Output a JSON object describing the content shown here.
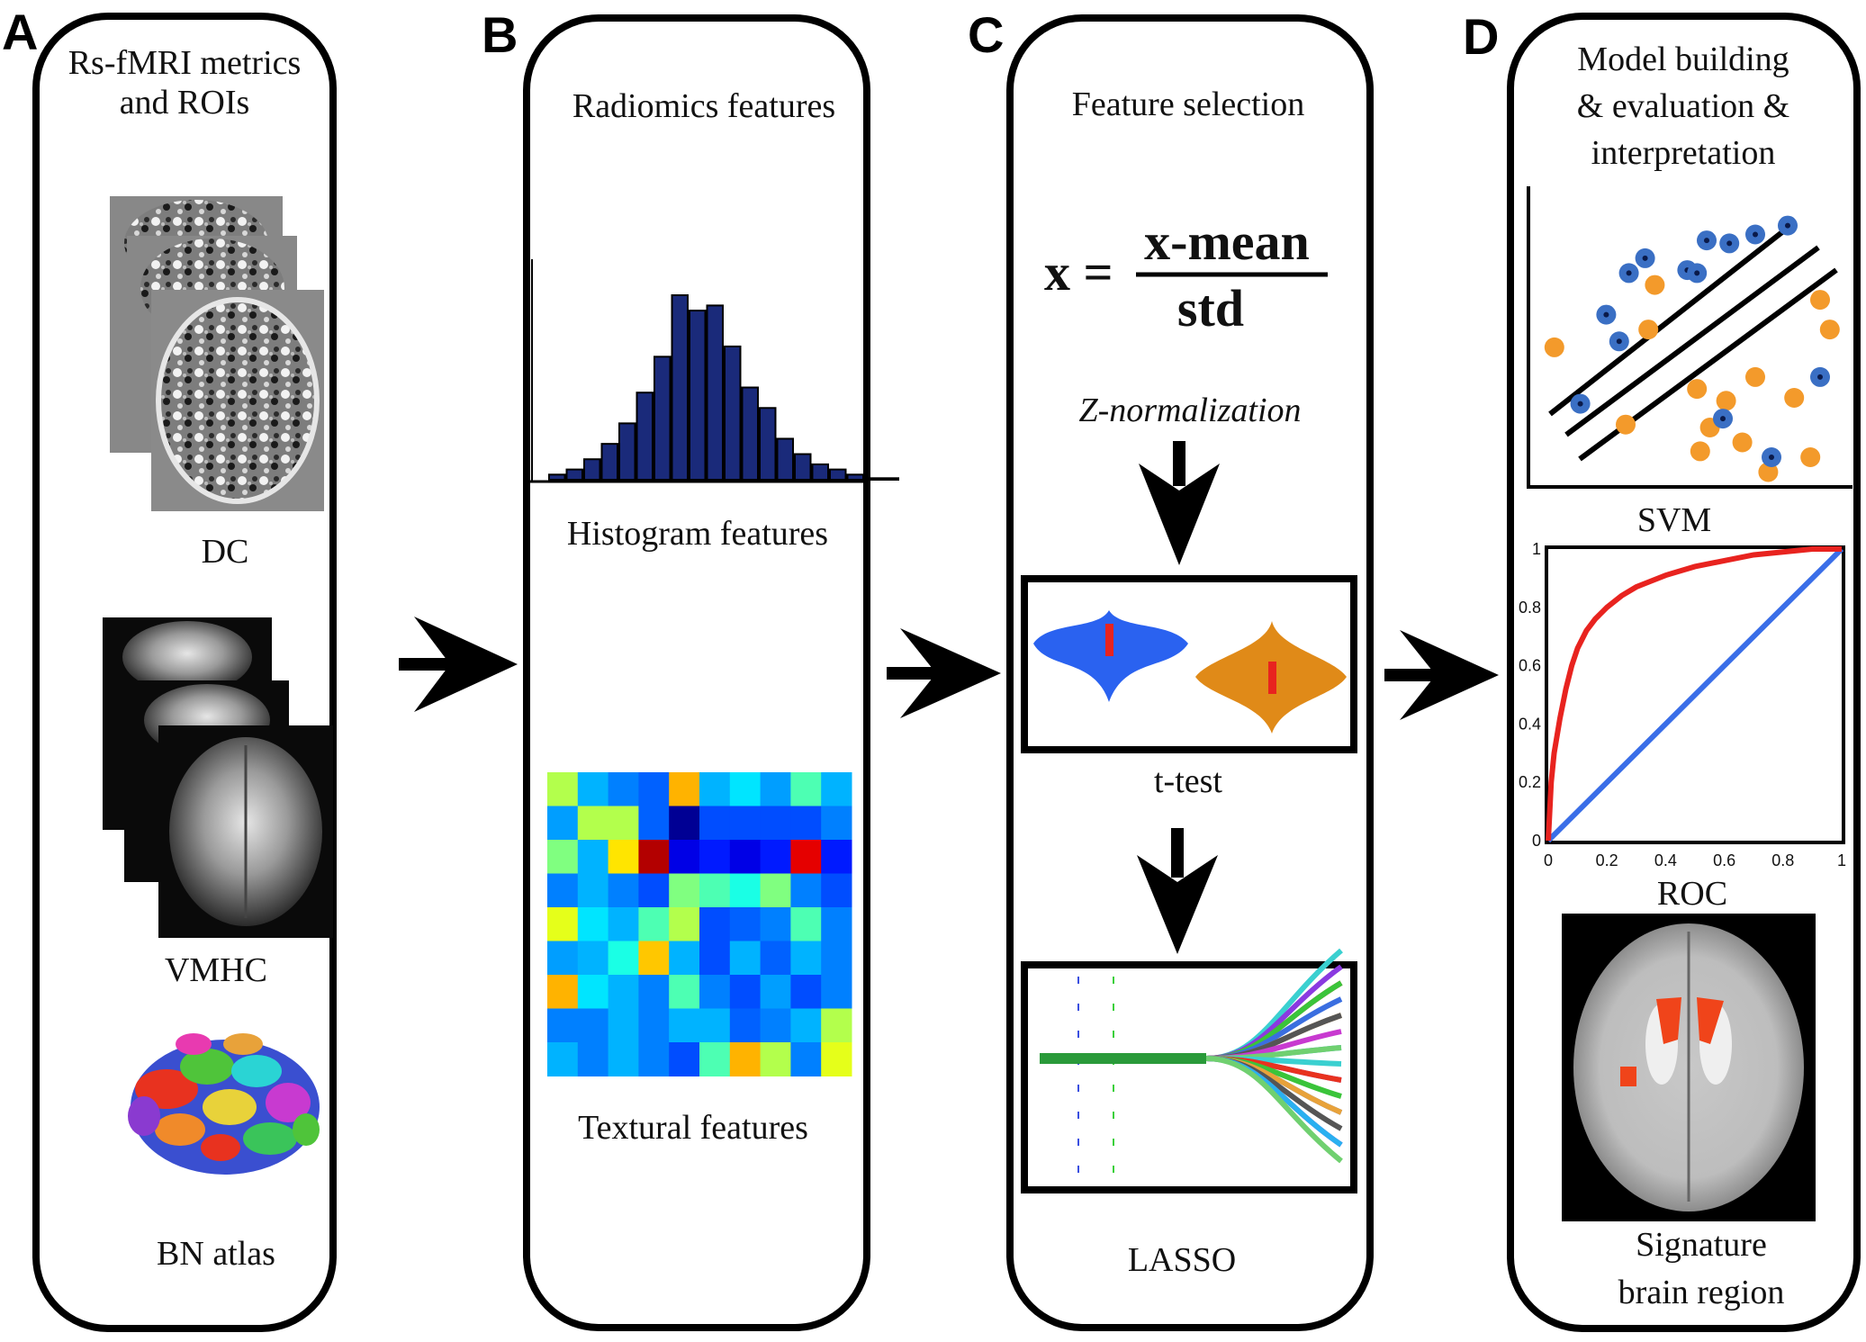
{
  "panels": {
    "A": {
      "letter": "A",
      "title_line1": "Rs-fMRI metrics",
      "title_line2": "and ROIs",
      "dc_label": "DC",
      "vmhc_label": "VMHC",
      "atlas_label": "BN atlas"
    },
    "B": {
      "letter": "B",
      "title": "Radiomics features",
      "histogram_label": "Histogram features",
      "texture_label": "Textural features"
    },
    "C": {
      "letter": "C",
      "title": "Feature selection",
      "formula_lhs": "x =",
      "formula_numerator": "x-mean",
      "formula_denominator": "std",
      "znorm_label": "Z-normalization",
      "ttest_label": "t-test",
      "lasso_label": "LASSO"
    },
    "D": {
      "letter": "D",
      "title_line1": "Model building",
      "title_line2": "& evaluation &",
      "title_line3": "interpretation",
      "svm_label": "SVM",
      "roc_label": "ROC",
      "signature_line1": "Signature",
      "signature_line2": "brain region"
    }
  },
  "colors": {
    "histogram_bar": "#1a2a7a",
    "svm_class1": "#3a6fc4",
    "svm_class2": "#f39a2b",
    "roc_curve": "#e8231f",
    "roc_diagonal": "#3a6ee8",
    "violin1": "#2a62f0",
    "violin2": "#e08a18",
    "violin_marker": "#e8231f",
    "highlight_region": "#f0441a"
  },
  "chart_data": [
    {
      "type": "bar",
      "title": "Histogram features",
      "values": [
        1,
        2,
        4,
        7,
        11,
        17,
        24,
        36,
        33,
        34,
        26,
        18,
        14,
        8,
        5,
        3,
        2,
        1,
        0.3,
        0.3
      ]
    },
    {
      "type": "heatmap",
      "title": "Textural features",
      "rows": 9,
      "cols": 10,
      "values": [
        [
          0.55,
          0.3,
          0.25,
          0.22,
          0.7,
          0.3,
          0.35,
          0.28,
          0.45,
          0.3
        ],
        [
          0.28,
          0.55,
          0.55,
          0.22,
          0.02,
          0.2,
          0.2,
          0.2,
          0.2,
          0.25
        ],
        [
          0.5,
          0.3,
          0.65,
          0.95,
          0.1,
          0.15,
          0.1,
          0.15,
          0.9,
          0.15
        ],
        [
          0.25,
          0.3,
          0.25,
          0.2,
          0.5,
          0.45,
          0.4,
          0.5,
          0.25,
          0.2
        ],
        [
          0.6,
          0.35,
          0.3,
          0.45,
          0.55,
          0.2,
          0.22,
          0.25,
          0.45,
          0.25
        ],
        [
          0.28,
          0.3,
          0.4,
          0.68,
          0.3,
          0.2,
          0.3,
          0.22,
          0.3,
          0.25
        ],
        [
          0.7,
          0.35,
          0.3,
          0.25,
          0.45,
          0.25,
          0.2,
          0.28,
          0.2,
          0.25
        ],
        [
          0.25,
          0.25,
          0.3,
          0.25,
          0.3,
          0.3,
          0.22,
          0.25,
          0.3,
          0.55
        ],
        [
          0.3,
          0.25,
          0.3,
          0.25,
          0.2,
          0.45,
          0.7,
          0.55,
          0.25,
          0.6
        ]
      ]
    },
    {
      "type": "line",
      "title": "ROC",
      "x_ticks": [
        "0",
        "0.2",
        "0.4",
        "0.6",
        "0.8",
        "1"
      ],
      "y_ticks": [
        "0",
        "0.2",
        "0.4",
        "0.6",
        "0.8",
        "1"
      ],
      "xlim": [
        0,
        1
      ],
      "ylim": [
        0,
        1
      ],
      "series": [
        {
          "x": [
            0,
            0.01,
            0.02,
            0.04,
            0.06,
            0.08,
            0.1,
            0.13,
            0.16,
            0.2,
            0.25,
            0.3,
            0.35,
            0.4,
            0.5,
            0.6,
            0.7,
            0.8,
            0.9,
            1.0
          ],
          "y": [
            0,
            0.2,
            0.3,
            0.42,
            0.52,
            0.6,
            0.66,
            0.72,
            0.76,
            0.8,
            0.84,
            0.87,
            0.89,
            0.91,
            0.94,
            0.96,
            0.98,
            0.99,
            1.0,
            1.0
          ]
        },
        {
          "x": [
            0,
            1
          ],
          "y": [
            0,
            1
          ]
        }
      ]
    },
    {
      "type": "scatter",
      "title": "SVM",
      "series": [
        {
          "x": [
            0.36,
            0.49,
            0.55,
            0.62,
            0.7,
            0.8,
            0.24,
            0.28,
            0.31,
            0.52,
            0.6,
            0.75,
            0.9,
            0.16
          ],
          "y": [
            0.77,
            0.73,
            0.83,
            0.82,
            0.85,
            0.88,
            0.58,
            0.49,
            0.72,
            0.72,
            0.23,
            0.1,
            0.37,
            0.28
          ]
        },
        {
          "x": [
            0.39,
            0.37,
            0.08,
            0.9,
            0.93,
            0.52,
            0.3,
            0.61,
            0.7,
            0.56,
            0.66,
            0.82,
            0.87,
            0.53,
            0.74
          ],
          "y": [
            0.68,
            0.53,
            0.47,
            0.63,
            0.53,
            0.33,
            0.21,
            0.29,
            0.37,
            0.2,
            0.15,
            0.3,
            0.1,
            0.12,
            0.05
          ]
        }
      ]
    },
    {
      "type": "line",
      "title": "LASSO",
      "series_count": 20
    }
  ]
}
